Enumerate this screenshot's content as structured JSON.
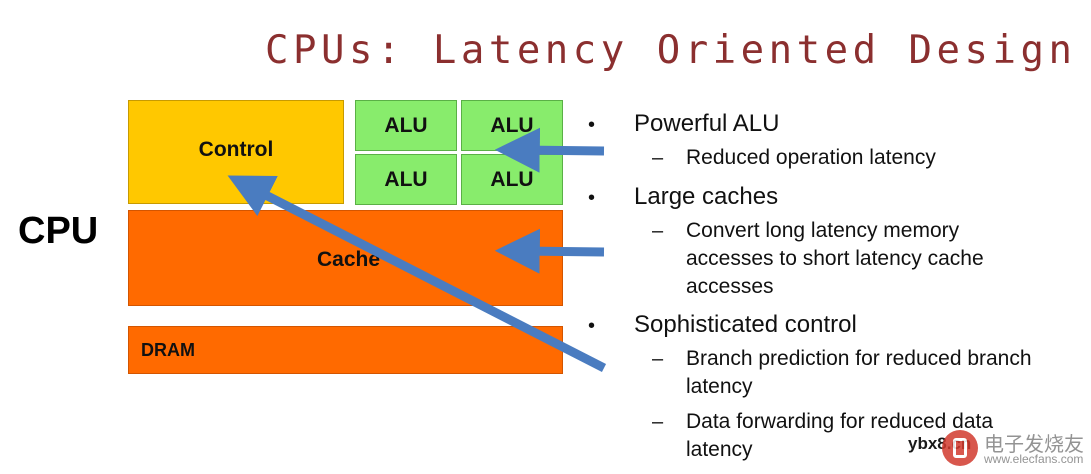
{
  "title": "CPUs: Latency Oriented Design",
  "diagram": {
    "cpu_label": "CPU",
    "control_label": "Control",
    "alu_labels": [
      "ALU",
      "ALU",
      "ALU",
      "ALU"
    ],
    "cache_label": "Cache",
    "dram_label": "DRAM",
    "colors": {
      "control": "#ffc800",
      "alu": "#88ec6c",
      "cache": "#ff6a00",
      "dram": "#ff6a00",
      "arrow": "#4a7cc0",
      "title": "#8b2f2f"
    }
  },
  "bullets": [
    {
      "text": "Powerful ALU",
      "subs": [
        "Reduced operation latency"
      ]
    },
    {
      "text": "Large caches",
      "subs": [
        "Convert long latency memory accesses to short latency cache accesses"
      ]
    },
    {
      "text": "Sophisticated control",
      "subs": [
        "Branch prediction for reduced branch latency",
        "Data forwarding for reduced data latency"
      ]
    }
  ],
  "bullet_symbol": "•",
  "sub_symbol": "–",
  "watermark": {
    "site": "ybx8.cn",
    "cn_text": "电子发烧友",
    "url": "www.elecfans.com"
  }
}
